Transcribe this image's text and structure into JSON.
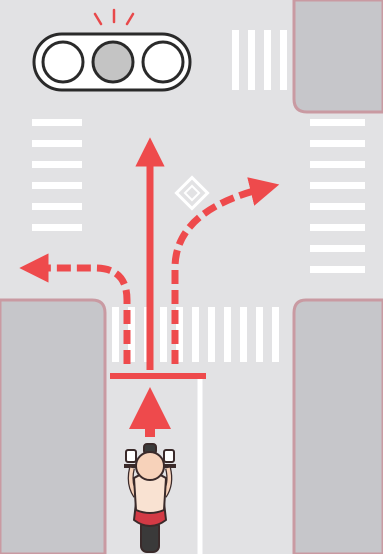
{
  "diagram": {
    "colors": {
      "road": "#e2e2e4",
      "block": "#c6c6ca",
      "curb": "#c99aa2",
      "marking": "#ffffff",
      "arrow": "#ee4a4c",
      "light_frame": "#2a2a2a",
      "light_off": "#ffffff",
      "light_amber": "#c4c4c4",
      "flash": "#e8494b",
      "rider_skin": "#f7d2ba",
      "rider_shirt": "#f9e2d2",
      "bike_red": "#d33a45",
      "outline": "#3a2a2a"
    },
    "traffic_light": {
      "lamps": [
        "off",
        "amber",
        "off"
      ]
    },
    "movements": [
      {
        "direction": "straight",
        "style": "solid"
      },
      {
        "direction": "left",
        "style": "dashed"
      },
      {
        "direction": "right",
        "style": "dashed"
      }
    ],
    "icons": [
      "traffic-light-icon",
      "motorcycle-rider-icon"
    ]
  }
}
